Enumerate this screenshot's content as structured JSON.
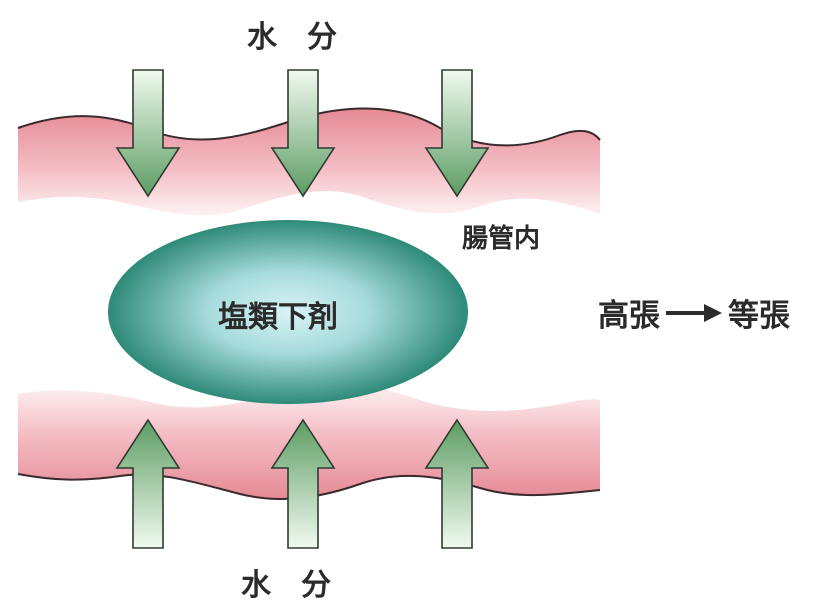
{
  "labels": {
    "water_top": "水　分",
    "water_bottom": "水　分",
    "lumen": "腸管内",
    "laxative": "塩類下剤",
    "osmotic_from": "高張",
    "osmotic_to": "等張"
  },
  "icons": {
    "influx_arrows": "arrow-down-icon",
    "efflux_arrows": "arrow-up-icon",
    "transition_arrow": "arrow-right-icon"
  },
  "colors": {
    "wall_dark": "#e58a96",
    "wall_light": "#fbe7ea",
    "arrow_dark": "#5c9c63",
    "arrow_light": "#f1faf0",
    "ellipse_edge": "#2e8a78",
    "ellipse_center": "#d8f3f6",
    "text": "#2b2b2b"
  }
}
